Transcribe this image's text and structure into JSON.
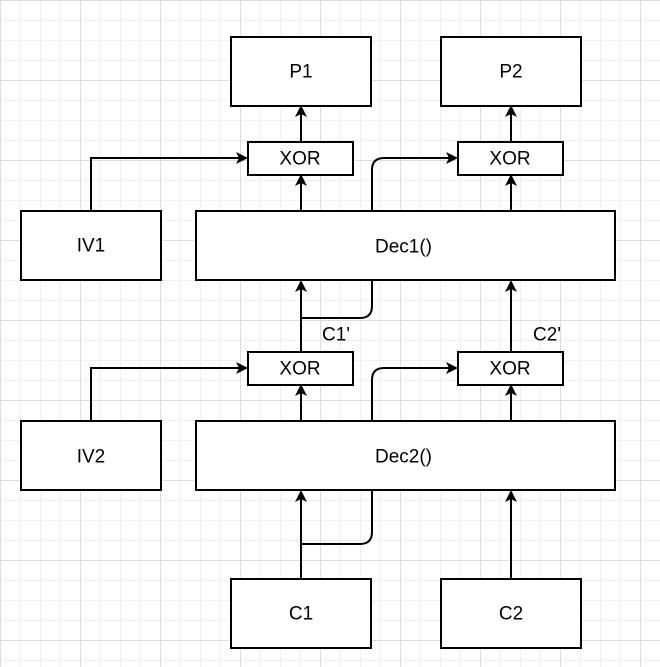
{
  "diagram": {
    "plaintext": {
      "p1": "P1",
      "p2": "P2"
    },
    "xor_label": "XOR",
    "iv": {
      "iv1": "IV1",
      "iv2": "IV2"
    },
    "decrypt": {
      "dec1": "Dec1()",
      "dec2": "Dec2()"
    },
    "intermediate": {
      "c1_prime": "C1'",
      "c2_prime": "C2'"
    },
    "ciphertext": {
      "c1": "C1",
      "c2": "C2"
    }
  }
}
